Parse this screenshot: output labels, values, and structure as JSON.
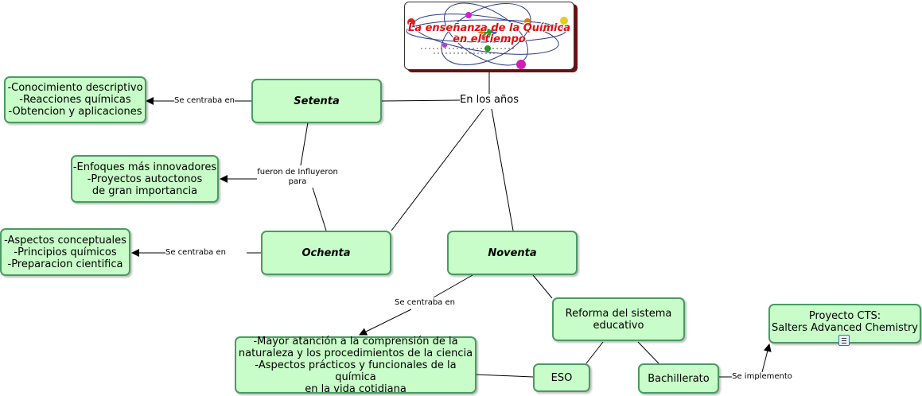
{
  "title": "La enseñanza de la Química\nen el tiempo",
  "hub": "En los años",
  "decades": {
    "setenta": "Setenta",
    "ochenta": "Ochenta",
    "noventa": "Noventa"
  },
  "boxes": {
    "setenta_content": "-Conocimiento descriptivo\n-Reacciones químicas\n-Obtencion y aplicaciones",
    "innovadores": "-Enfoques más innovadores\n-Proyectos autoctonos\nde gran importancia",
    "ochenta_content": "-Aspectos conceptuales\n-Principios químicos\n-Preparacion cientifica",
    "noventa_content": "-Mayor atanción a la comprensión de la\nnaturaleza y los procedimientos de la ciencia\n-Aspectos prácticos y funcionales de la química\nen la vida cotidiana",
    "reforma": "Reforma del sistema\neducativo",
    "eso": "ESO",
    "bachillerato": "Bachillerato",
    "cts": "Proyecto CTS:\nSalters Advanced Chemistry"
  },
  "links": {
    "setenta_centraba": "Se centraba en",
    "fueron": "fueron de Influyeron\npara",
    "ochenta_centraba": "Se centraba en",
    "noventa_centraba": "Se centraba en",
    "implemento": "Se implemento"
  },
  "colors": {
    "node_fill": "#c8fcc8",
    "node_border": "#4a9a63",
    "title_text": "#e01010",
    "title_shadow": "#6b0f0f"
  }
}
